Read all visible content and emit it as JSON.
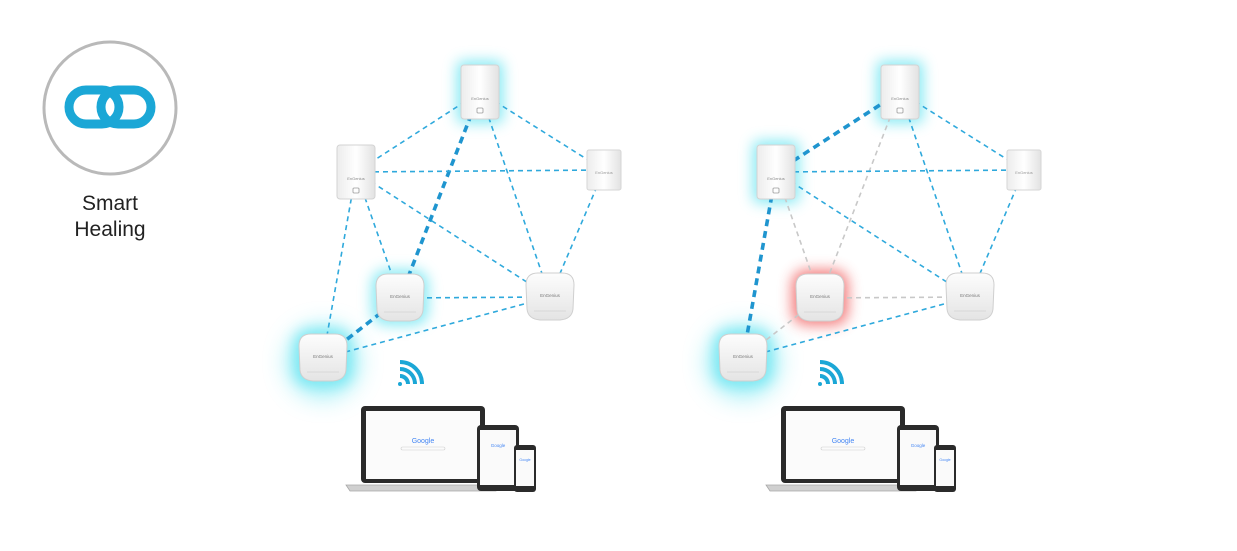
{
  "feature": {
    "icon": "link-chain-icon",
    "title_line1": "Smart",
    "title_line2": "Healing"
  },
  "brand_label": "EnGenius",
  "device_screen": {
    "search_logo": "Google"
  },
  "colors": {
    "link_active": "#2fa9dc",
    "link_strong": "#1f95cf",
    "link_failed": "#c8c8c8",
    "glow_active": "#6fe6f2",
    "glow_failed": "#f26a6a",
    "icon_accent": "#1ba7d6",
    "ring_gray": "#b9b9b9"
  },
  "diagrams": [
    {
      "name": "before",
      "nodes": [
        {
          "id": "tower-top",
          "kind": "tower",
          "state": "active"
        },
        {
          "id": "tower-left",
          "kind": "tower",
          "state": "normal"
        },
        {
          "id": "panel-right",
          "kind": "panel",
          "state": "normal"
        },
        {
          "id": "dome-center",
          "kind": "dome",
          "state": "active"
        },
        {
          "id": "dome-right",
          "kind": "dome",
          "state": "normal"
        },
        {
          "id": "dome-bottom",
          "kind": "dome",
          "state": "active"
        }
      ],
      "links": [
        {
          "from": "tower-top",
          "to": "tower-left",
          "style": "normal"
        },
        {
          "from": "tower-top",
          "to": "panel-right",
          "style": "normal"
        },
        {
          "from": "tower-top",
          "to": "dome-right",
          "style": "normal"
        },
        {
          "from": "tower-top",
          "to": "dome-center",
          "style": "strong"
        },
        {
          "from": "tower-left",
          "to": "panel-right",
          "style": "normal"
        },
        {
          "from": "tower-left",
          "to": "dome-center",
          "style": "normal"
        },
        {
          "from": "tower-left",
          "to": "dome-right",
          "style": "normal"
        },
        {
          "from": "tower-left",
          "to": "dome-bottom",
          "style": "normal"
        },
        {
          "from": "panel-right",
          "to": "dome-right",
          "style": "normal"
        },
        {
          "from": "dome-center",
          "to": "dome-right",
          "style": "normal"
        },
        {
          "from": "dome-center",
          "to": "dome-bottom",
          "style": "strong"
        },
        {
          "from": "dome-right",
          "to": "dome-bottom",
          "style": "normal"
        }
      ]
    },
    {
      "name": "after",
      "nodes": [
        {
          "id": "tower-top",
          "kind": "tower",
          "state": "active"
        },
        {
          "id": "tower-left",
          "kind": "tower",
          "state": "active"
        },
        {
          "id": "panel-right",
          "kind": "panel",
          "state": "normal"
        },
        {
          "id": "dome-center",
          "kind": "dome",
          "state": "failed"
        },
        {
          "id": "dome-right",
          "kind": "dome",
          "state": "normal"
        },
        {
          "id": "dome-bottom",
          "kind": "dome",
          "state": "active"
        }
      ],
      "links": [
        {
          "from": "tower-top",
          "to": "tower-left",
          "style": "strong"
        },
        {
          "from": "tower-top",
          "to": "panel-right",
          "style": "normal"
        },
        {
          "from": "tower-top",
          "to": "dome-right",
          "style": "normal"
        },
        {
          "from": "tower-top",
          "to": "dome-center",
          "style": "failed"
        },
        {
          "from": "tower-left",
          "to": "panel-right",
          "style": "normal"
        },
        {
          "from": "tower-left",
          "to": "dome-center",
          "style": "failed"
        },
        {
          "from": "tower-left",
          "to": "dome-right",
          "style": "normal"
        },
        {
          "from": "tower-left",
          "to": "dome-bottom",
          "style": "strong"
        },
        {
          "from": "panel-right",
          "to": "dome-right",
          "style": "normal"
        },
        {
          "from": "dome-center",
          "to": "dome-right",
          "style": "failed"
        },
        {
          "from": "dome-center",
          "to": "dome-bottom",
          "style": "failed"
        },
        {
          "from": "dome-right",
          "to": "dome-bottom",
          "style": "normal"
        }
      ]
    }
  ]
}
